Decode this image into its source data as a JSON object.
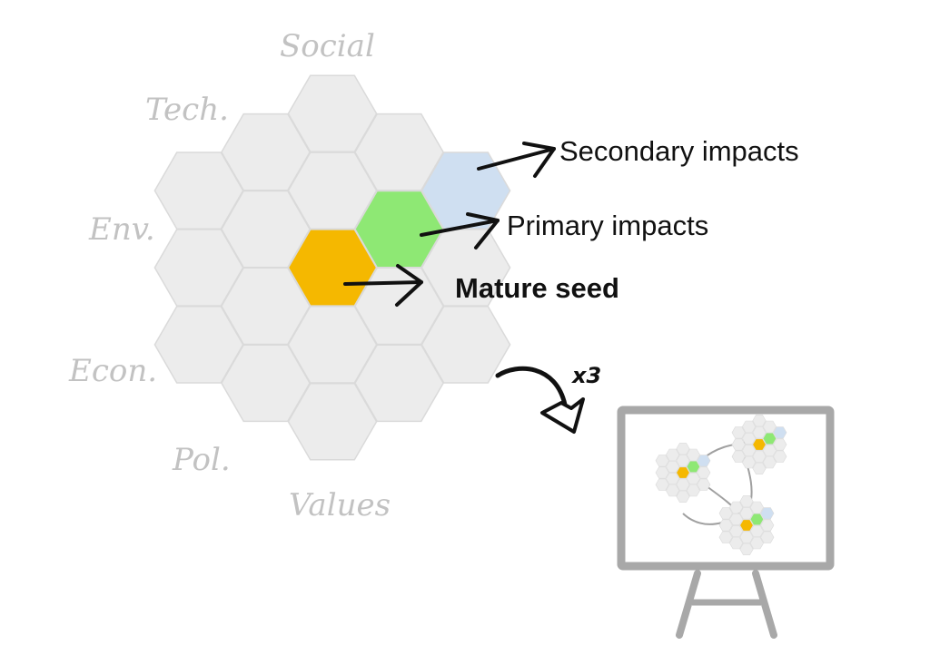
{
  "categories": [
    "Social",
    "Tech.",
    "Env.",
    "Econ.",
    "Pol.",
    "Values"
  ],
  "annotations": {
    "secondary": "Secondary impacts",
    "primary": "Primary impacts",
    "seed": "Mature seed",
    "multiplier": "x3"
  },
  "colors": {
    "empty_hex": "#ececec",
    "hex_stroke": "#dadada",
    "seed": "#f5b800",
    "primary": "#8ee874",
    "secondary": "#cfdff1",
    "board_frame": "#a8a8a8",
    "category_text": "#c2c2c2"
  },
  "icons": {
    "board": "presentation-board-icon",
    "curved_arrow": "curved-arrow-icon"
  }
}
